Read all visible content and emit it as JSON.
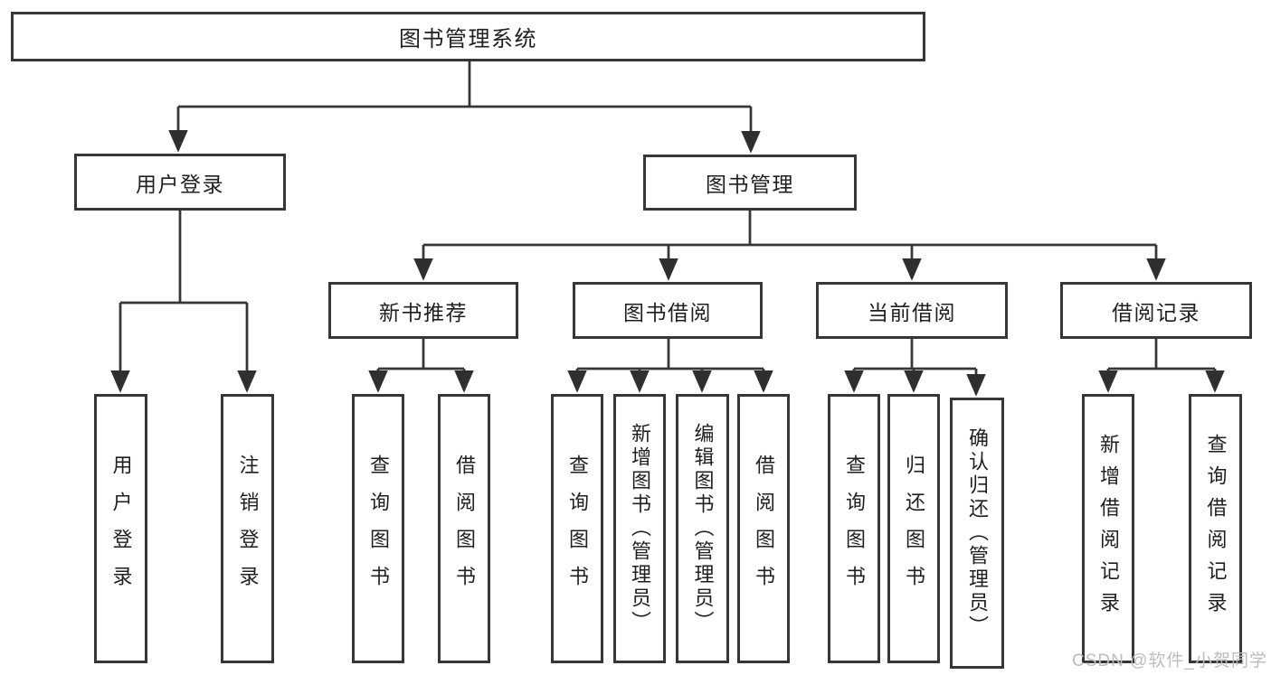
{
  "title": "图书管理系统",
  "watermark": "CSDN @软件_小贺同学",
  "colors": {
    "line": "#363636",
    "arrow": "#2f2f2f",
    "box_border": "#363636",
    "text": "#1f1f1f",
    "background": "#ffffff",
    "watermark": "#bdbdbd"
  },
  "nodes": {
    "root": {
      "label": "图书管理系统"
    },
    "level2": [
      {
        "label": "用户登录"
      },
      {
        "label": "图书管理"
      }
    ],
    "level3": [
      {
        "label": "新书推荐"
      },
      {
        "label": "图书借阅"
      },
      {
        "label": "当前借阅"
      },
      {
        "label": "借阅记录"
      }
    ],
    "leaves": [
      {
        "label": "用户登录"
      },
      {
        "label": "注销登录"
      },
      {
        "label": "查询图书"
      },
      {
        "label": "借阅图书"
      },
      {
        "label": "查询图书"
      },
      {
        "label": "新增图书（管理员）"
      },
      {
        "label": "编辑图书（管理员）"
      },
      {
        "label": "借阅图书"
      },
      {
        "label": "查询图书"
      },
      {
        "label": "归还图书"
      },
      {
        "label": "确认归还（管理员）"
      },
      {
        "label": "新增借阅记录"
      },
      {
        "label": "查询借阅记录"
      }
    ]
  },
  "hierarchy": {
    "图书管理系统": {
      "用户登录": [
        "用户登录",
        "注销登录"
      ],
      "图书管理": {
        "新书推荐": [
          "查询图书",
          "借阅图书"
        ],
        "图书借阅": [
          "查询图书",
          "新增图书（管理员）",
          "编辑图书（管理员）",
          "借阅图书"
        ],
        "当前借阅": [
          "查询图书",
          "归还图书",
          "确认归还（管理员）"
        ],
        "借阅记录": [
          "新增借阅记录",
          "查询借阅记录"
        ]
      }
    }
  }
}
